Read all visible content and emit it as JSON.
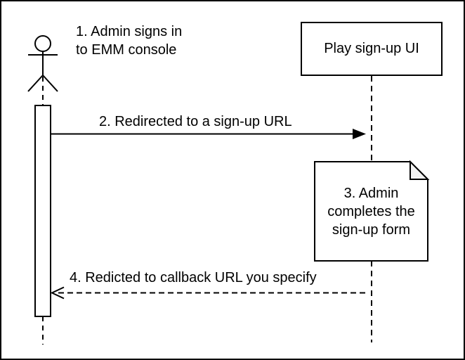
{
  "diagram": {
    "type": "sequence-diagram",
    "colors": {
      "background": "#ffffff",
      "stroke": "#000000",
      "text": "#000000",
      "note_fold_fill": "#f2f2f2",
      "shape_fill": "#ffffff"
    },
    "actor": {
      "label": "1. Admin signs in\nto EMM console"
    },
    "participant": {
      "label": "Play sign-up UI"
    },
    "messages": [
      {
        "label": "2. Redirected to a sign-up URL",
        "style": "solid",
        "arrowhead": "filled",
        "direction": "left-to-right"
      },
      {
        "label": "4. Redicted to callback URL you specify",
        "style": "dashed",
        "arrowhead": "open",
        "direction": "right-to-left"
      }
    ],
    "note": {
      "label": "3. Admin\ncompletes the\nsign-up form"
    }
  }
}
